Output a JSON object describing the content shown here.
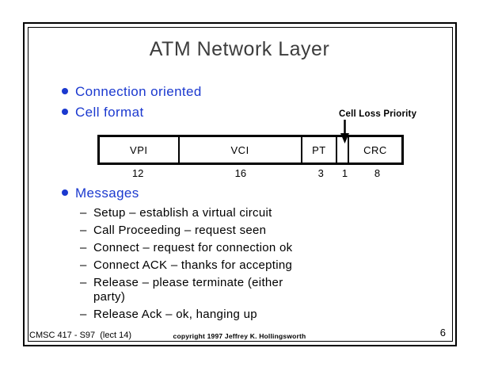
{
  "slide": {
    "title": "ATM Network Layer",
    "bullets": [
      "Connection oriented",
      "Cell format"
    ]
  },
  "cell_format": {
    "annotation_label": "Cell Loss Priority",
    "fields": [
      {
        "label": "VPI",
        "bits": "12",
        "width_pct": 26.4
      },
      {
        "label": "VCI",
        "bits": "16",
        "width_pct": 40.7
      },
      {
        "label": "PT",
        "bits": "3",
        "width_pct": 11.7
      },
      {
        "label": "",
        "bits": "1",
        "width_pct": 3.9
      },
      {
        "label": "CRC",
        "bits": "8",
        "width_pct": 17.3
      }
    ]
  },
  "messages": {
    "heading": "Messages",
    "marker": "–",
    "items": [
      "Setup – establish a virtual circuit",
      "Call Proceeding – request seen",
      "Connect – request for connection ok",
      "Connect ACK – thanks for accepting",
      "Release – please terminate (either\nparty)",
      "Release Ack – ok, hanging up"
    ]
  },
  "footer": {
    "left": "CMSC 417 - S97  (lect 14)",
    "center": "copyright 1997 Jeffrey K. Hollingsworth",
    "page_number": "6"
  },
  "colors": {
    "accent_blue": "#1b39cf",
    "title_gray": "#3d3d3d"
  }
}
